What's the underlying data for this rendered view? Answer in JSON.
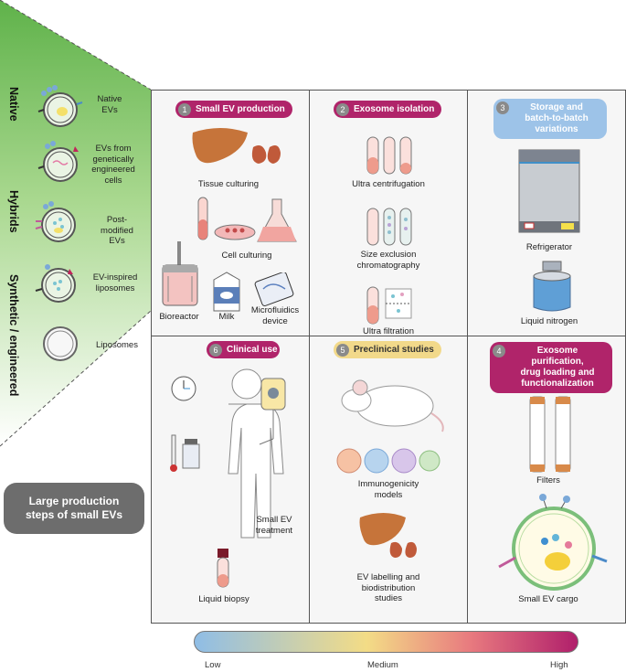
{
  "sidebar": {
    "categories": [
      "Native",
      "Hybrids",
      "Synthetic / engineered"
    ],
    "items": [
      {
        "label": "Native\nEVs"
      },
      {
        "label": "EVs from\ngenetically\nengineered\ncells"
      },
      {
        "label": "Post-modified\nEVs"
      },
      {
        "label": "EV-inspired\nliposomes"
      },
      {
        "label": "Liposomes"
      }
    ],
    "footer": "Large production\nsteps of small EVs"
  },
  "panels": [
    {
      "num": "1",
      "title": "Small EV production",
      "color": "#b0246a",
      "items": [
        "Tissue culturing",
        "Cell culturing",
        "Bioreactor",
        "Milk",
        "Microfluidics\ndevice"
      ]
    },
    {
      "num": "2",
      "title": "Exosome isolation",
      "color": "#b0246a",
      "items": [
        "Ultra centrifugation",
        "Size exclusion\nchromatography",
        "Ultra filtration"
      ]
    },
    {
      "num": "3",
      "title": "Storage and\nbatch-to-batch\nvariations",
      "color": "#9dc3e8",
      "items": [
        "Refrigerator",
        "Liquid nitrogen"
      ]
    },
    {
      "num": "6",
      "title": "Clinical use",
      "color": "#b0246a",
      "items": [
        "Small EV\ntreatment",
        "Liquid biopsy"
      ]
    },
    {
      "num": "5",
      "title": "Preclinical studies",
      "color": "#f2d98a",
      "items": [
        "Immunogenicity\nmodels",
        "EV labelling and\nbiodistribution\nstudies"
      ]
    },
    {
      "num": "4",
      "title": "Exosome purification,\ndrug loading and\nfunctionalization",
      "color": "#b0246a",
      "items": [
        "Filters",
        "Small EV cargo"
      ]
    }
  ],
  "scale": {
    "low": "Low",
    "medium": "Medium",
    "high": "High"
  }
}
